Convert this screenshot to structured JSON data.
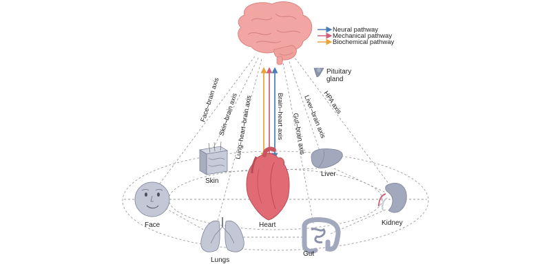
{
  "legend": {
    "items": [
      {
        "label": "Neural pathway",
        "color": "#4a7fb5"
      },
      {
        "label": "Mechanical pathway",
        "color": "#d0607a"
      },
      {
        "label": "Biochemical pathway",
        "color": "#e8a33a"
      }
    ]
  },
  "pituitary": {
    "line1": "Pituitary",
    "line2": "gland"
  },
  "axes": {
    "face_brain": "Face–brain axis",
    "skin_brain": "Skin–brain axis",
    "lung_heart_brain": "Lung–heart–brain axis",
    "brain_heart": "Brain–heart axis",
    "gut_brain": "Gut–brain axis",
    "liver_brain": "Liver–brain axis",
    "hpa": "HPA axis"
  },
  "organs": {
    "skin": "Skin",
    "liver": "Liver",
    "face": "Face",
    "heart": "Heart",
    "kidney": "Kidney",
    "lungs": "Lungs",
    "gut": "Gut"
  },
  "colors": {
    "brain": "#f2a6a3",
    "heart": "#e06b74",
    "organ_gray": "#c3c7d6",
    "neural": "#4a7fb5",
    "mechanical": "#d0607a",
    "biochemical": "#e8a33a"
  }
}
